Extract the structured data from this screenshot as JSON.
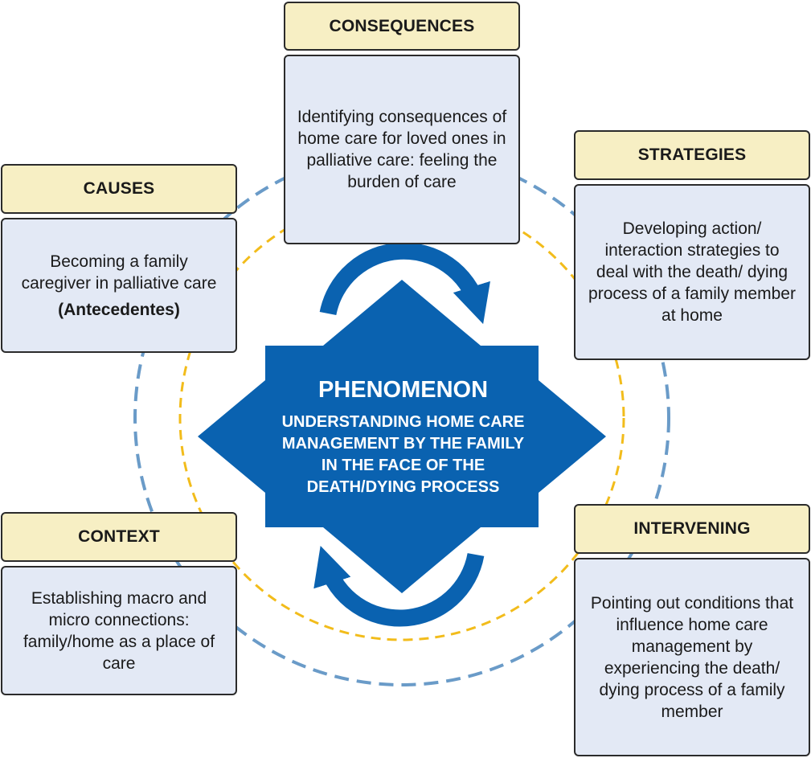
{
  "colors": {
    "blue": "#0a62b0",
    "outer_ring": "#6a9bc8",
    "inner_ring": "#f2bc1b",
    "title_fill": "#f7efc4",
    "body_fill": "#e3e9f5"
  },
  "phenomenon": {
    "title": "PHENOMENON",
    "description": "UNDERSTANDING HOME CARE MANAGEMENT BY THE FAMILY IN THE FACE OF THE DEATH/DYING PROCESS"
  },
  "consequences": {
    "title": "CONSEQUENCES",
    "text": "Identifying consequences of home care for loved ones in palliative care: feeling the burden of care"
  },
  "causes": {
    "title": "CAUSES",
    "text": "Becoming a family caregiver in palliative care",
    "note": "(Antecedentes)"
  },
  "strategies": {
    "title": "STRATEGIES",
    "text": "Developing action/ interaction strategies to deal with the death/ dying process of a family member at home"
  },
  "context": {
    "title": "CONTEXT",
    "text": "Establishing macro and micro connections: family/home as a place of care"
  },
  "intervening": {
    "title": "INTERVENING",
    "text": "Pointing out conditions that influence home care management by experiencing the death/ dying process of a family member"
  }
}
